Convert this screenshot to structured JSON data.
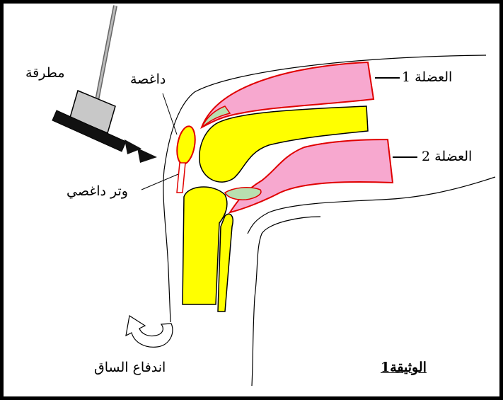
{
  "labels": {
    "hammer": "مطرقة",
    "patella": "داغصة",
    "muscle1": "العضلة 1",
    "muscle2": "العضلة 2",
    "patellar_tendon": "وتر داغصي",
    "leg_kick": "اندفاع الساق",
    "document_title": "الوثيقة1"
  },
  "colors": {
    "muscle": "#f7a8cf",
    "muscle_outline": "#e00000",
    "bone": "#ffff00",
    "bone_outline": "#000000",
    "tendon": "#b8e0b0",
    "outline": "#000000"
  }
}
